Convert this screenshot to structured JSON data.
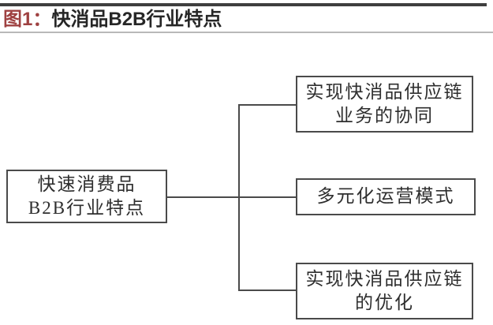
{
  "header": {
    "figure_label": "图1：",
    "title": "快消品B2B行业特点"
  },
  "diagram": {
    "root": {
      "label": "快速消费品\nB2B行业特点"
    },
    "branches": [
      {
        "label": "实现快消品供应链\n业务的协同"
      },
      {
        "label": "多元化运营模式"
      },
      {
        "label": "实现快消品供应链\n的优化"
      }
    ]
  },
  "colors": {
    "figure_label_red": "#9e4040",
    "title_text": "#262626",
    "top_rule": "#3f3f3f",
    "bottom_rule": "#b9b9b9",
    "box_border": "#4a4a4a",
    "connector_line": "#4a4a4a",
    "box_text": "#2e2e2e",
    "background": "#ffffff"
  }
}
